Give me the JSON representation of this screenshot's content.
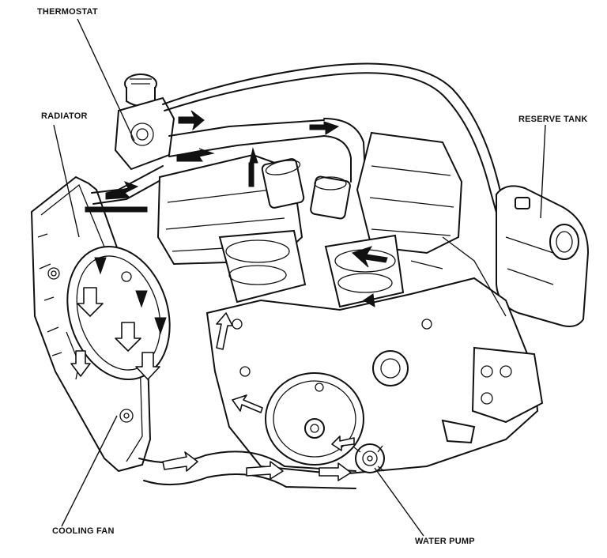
{
  "labels": {
    "thermostat": "THERMOSTAT",
    "radiator": "RADIATOR",
    "reserve_tank": "RESERVE TANK",
    "cooling_fan": "COOLING FAN",
    "water_pump": "WATER PUMP"
  },
  "colors": {
    "line": "#111111",
    "background": "#ffffff"
  }
}
